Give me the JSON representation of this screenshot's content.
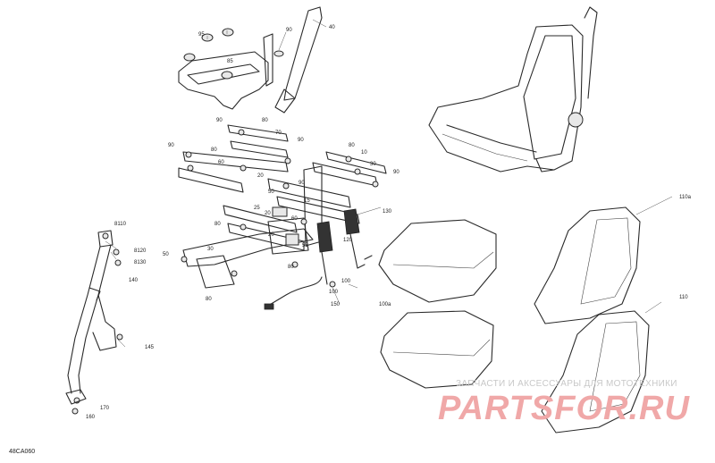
{
  "diagram": {
    "code": "48CA060",
    "callouts": [
      "95",
      "40",
      "90",
      "85",
      "80",
      "70",
      "90",
      "80",
      "90",
      "60",
      "80",
      "10",
      "20",
      "30",
      "50",
      "90",
      "90",
      "90",
      "15",
      "25",
      "20",
      "80",
      "60",
      "55",
      "20",
      "80",
      "120",
      "130",
      "8110",
      "8120",
      "8130",
      "140",
      "50",
      "30",
      "80",
      "100",
      "100",
      "150",
      "145",
      "170",
      "160",
      "100a",
      "110a",
      "110"
    ],
    "watermark": {
      "text": "ЗАПЧАСТИ И АКСЕССУАРЫ ДЛЯ МОТОТЕХНИКИ",
      "logo": "PARTSFOR.RU"
    }
  }
}
